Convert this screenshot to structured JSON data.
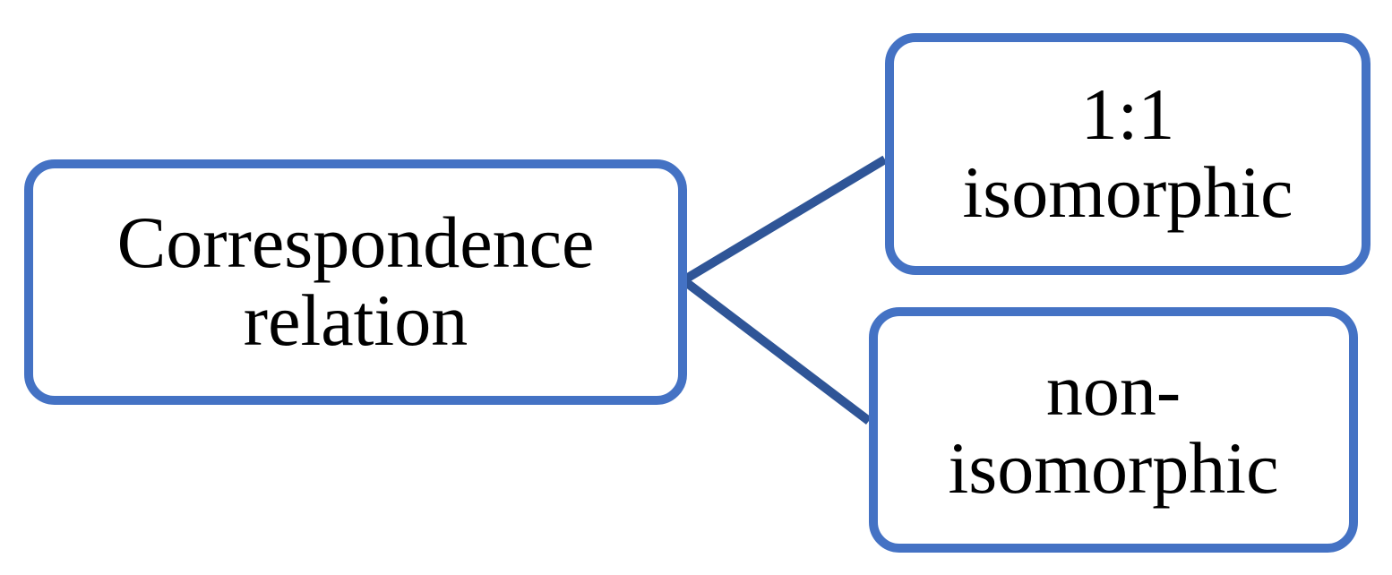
{
  "diagram": {
    "type": "flowchart",
    "nodes": [
      {
        "id": "correspondence-relation",
        "line1": "Correspondence",
        "line2": "relation"
      },
      {
        "id": "isomorphic",
        "line1": "1:1",
        "line2": "isomorphic"
      },
      {
        "id": "non-isomorphic",
        "line1": "non-",
        "line2": "isomorphic"
      }
    ],
    "edges": [
      {
        "from": "correspondence-relation",
        "to": "isomorphic"
      },
      {
        "from": "correspondence-relation",
        "to": "non-isomorphic"
      }
    ]
  },
  "colors": {
    "box_border": "#4472C4",
    "connector": "#2F5597",
    "box_fill": "#FFFFFF",
    "text": "#000000",
    "background": "#FFFFFF"
  }
}
